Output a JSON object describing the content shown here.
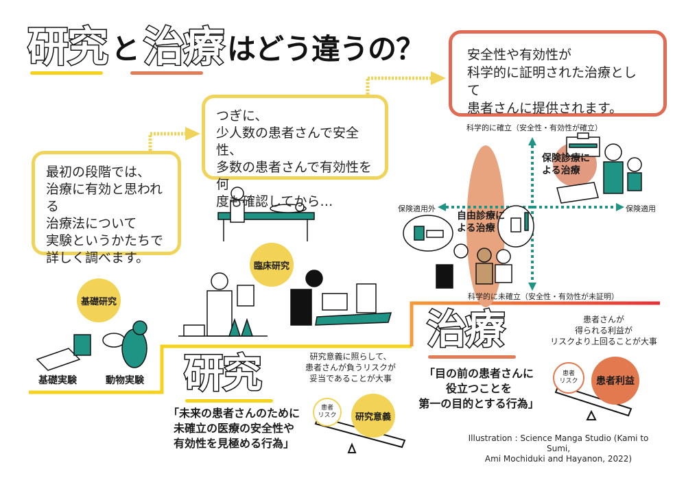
{
  "title": {
    "word1": "研究",
    "connector": "と",
    "word2": "治療",
    "rest": "はどう違うの？"
  },
  "colors": {
    "research_yellow": "#f0d45a",
    "treatment_orange": "#e06a52",
    "teal": "#1f9384",
    "salmon": "#e8a37f",
    "circle_yellow": "#f2d356",
    "circle_orange": "#e2794f"
  },
  "steps": [
    {
      "text": "最初の段階では、\n治療に有効と思われる\n治療法について\n実験というかたちで\n詳しく調べます。"
    },
    {
      "text": "つぎに、\n少人数の患者さんで安全性、\n多数の患者さんで有効性を何\n度も確認してから…"
    },
    {
      "text": "安全性や有効性が\n科学的に証明された治療として\n患者さんに提供されます。"
    }
  ],
  "research_stages": {
    "basic_research": "基礎研究",
    "basic_experiment": "基礎実験",
    "animal_experiment": "動物実験",
    "clinical_research": "臨床研究"
  },
  "quadrant": {
    "top": "科学的に確立（安全性・有効性が確立）",
    "bottom": "科学的に未確立（安全性・有効性が未証明）",
    "left": "保険適用外",
    "right": "保険適用",
    "insured": "保険診療に\nよる治療",
    "free": "自由診療に\nよる治療"
  },
  "research_section": {
    "heading": "研究",
    "definition": "「未来の患者さんのために\n未確立の医療の安全性や\n有効性を見極める行為」",
    "note": "研究意義に照らして、\n患者さんが負うリスクが\n妥当であることが大事",
    "risk_label": "患者\nリスク",
    "benefit_label": "研究意義"
  },
  "treatment_section": {
    "heading": "治療",
    "definition": "「目の前の患者さんに\n役立つことを\n第一の目的とする行為」",
    "note": "患者さんが\n得られる利益が\nリスクより上回ることが大事",
    "risk_label": "患者\nリスク",
    "benefit_label": "患者利益"
  },
  "credit": "Illustration : Science Manga Studio (Kami to Sumi,\nAmi Mochiduki and Hayanon, 2022)"
}
